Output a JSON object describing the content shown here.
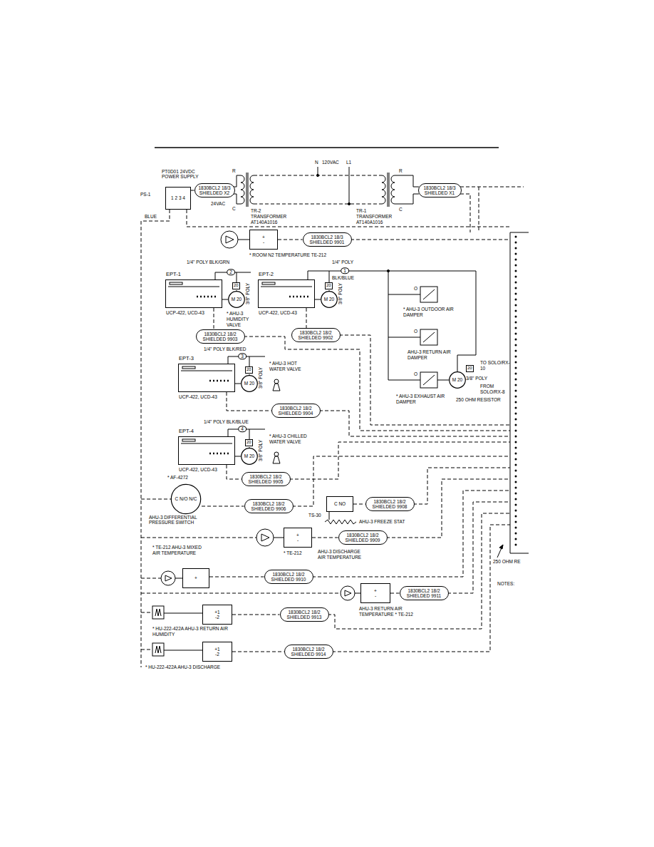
{
  "diagram": {
    "nodes": [
      {
        "text": [
          "PS-1",
          "PT0D01 24VDC POWER SUPPLY",
          "1 2 3 4"
        ]
      },
      {
        "text": [
          "1830BCL2 18/3 SHIELDED X2"
        ]
      },
      {
        "text": [
          "1830BCL2 18/3 SHIELDED X1"
        ]
      },
      {
        "text": [
          "+",
          "-"
        ]
      },
      {
        "text": [
          "1830BCL2 18/3 SHIELDED 9901"
        ]
      },
      {
        "text": [
          "EPT-1",
          "UCP-422, UCD-43"
        ]
      },
      {
        "text": [
          "EPT-2",
          "UCP-422, UCD-43"
        ]
      },
      {
        "text": [
          "M 20"
        ]
      },
      {
        "text": [
          "1830BCL2 18/2 SHIELDED 9903"
        ]
      },
      {
        "text": [
          "M 20"
        ]
      },
      {
        "text": [
          "1830BCL2 18/2 SHIELDED 9902"
        ]
      },
      {
        "text": [
          "M 20"
        ]
      },
      {
        "text": [
          "EPT-3",
          "UCP-422, UCD-43"
        ]
      },
      {
        "text": [
          "M 20"
        ]
      },
      {
        "text": [
          "1830BCL2 18/2 SHIELDED 9904"
        ]
      },
      {
        "text": [
          "EPT-4",
          "UCP-422, UCD-43"
        ]
      },
      {
        "text": [
          "M 20"
        ]
      },
      {
        "text": [
          "1830BCL2 18/2 SHIELDED 9905"
        ]
      },
      {
        "text": [
          "* AF-4272",
          "C N/O N/C",
          "AHU-3 DIFFERENTIAL PRESSURE SWITCH"
        ]
      },
      {
        "text": [
          "1830BCL2 18/2 SHIELDED 9906"
        ]
      },
      {
        "text": [
          "TS-30",
          "C NO"
        ]
      },
      {
        "text": [
          "1830BCL2 18/2 SHIELDED 9908"
        ]
      },
      {
        "text": [
          "+",
          "-"
        ]
      },
      {
        "text": [
          "1830BCL2 18/2 SHIELDED 9909"
        ]
      },
      {
        "text": [
          "+"
        ]
      },
      {
        "text": [
          "1830BCL2 18/2 SHIELDED 9910"
        ]
      },
      {
        "text": [
          "+",
          "-"
        ]
      },
      {
        "text": [
          "1830BCL2 18/2 SHIELDED 9911"
        ]
      },
      {
        "text": [
          "+1",
          "-2"
        ]
      },
      {
        "text": [
          "1830BCL2 18/2 SHIELDED 9913"
        ]
      },
      {
        "text": [
          "+1",
          "-2"
        ]
      },
      {
        "text": [
          "1830BCL2 18/2 SHIELDED 9914"
        ]
      }
    ],
    "edges": [
      {
        "from": 0,
        "to": 1,
        "arrow": "none"
      },
      {
        "from": 3,
        "to": 4,
        "arrow": "none"
      },
      {
        "from": 5,
        "to": 7,
        "arrow": "none"
      },
      {
        "from": 5,
        "to": 8,
        "arrow": "none"
      },
      {
        "from": 6,
        "to": 9,
        "arrow": "none"
      },
      {
        "from": 6,
        "to": 10,
        "arrow": "none"
      },
      {
        "from": 6,
        "to": 11,
        "label": "1",
        "arrow": "none"
      },
      {
        "from": 12,
        "to": 13,
        "arrow": "none"
      },
      {
        "from": 12,
        "to": 14,
        "arrow": "none"
      },
      {
        "from": 15,
        "to": 16,
        "arrow": "none"
      },
      {
        "from": 15,
        "to": 17,
        "arrow": "none"
      },
      {
        "from": 18,
        "to": 19,
        "arrow": "none"
      },
      {
        "from": 20,
        "to": 21,
        "arrow": "none"
      },
      {
        "from": 22,
        "to": 23,
        "arrow": "none"
      },
      {
        "from": 24,
        "to": 25,
        "arrow": "none"
      },
      {
        "from": 26,
        "to": 27,
        "arrow": "none"
      },
      {
        "from": 28,
        "to": 29,
        "arrow": "none"
      },
      {
        "from": 30,
        "to": 31,
        "arrow": "none"
      }
    ],
    "labels": [
      "BLUE",
      "24VAC",
      "R",
      "C",
      "TR-2 TRANSFORMER AT140A1016",
      "N",
      "120VAC",
      "L1",
      "R",
      "C",
      "TR-1 TRANSFORMER AT140A1016",
      "* ROOM N2 TEMPERATURE TE-212",
      "1/4\" POLY BLK/GRN",
      "2",
      "3/8\" POLY",
      "20",
      "* AHU-3 HUMIDITY VALVE",
      "1/4\" POLY",
      "BLK/BLUE",
      "3/8\" POLY",
      "20",
      "O",
      "* AHU-3 OUTDOOR AIR DAMPER",
      "O",
      "AHU-3 RETURN AIR DAMPER",
      "O",
      "* AHU-3 EXHAUST AIR DAMPER",
      "20",
      "3/8\" POLY",
      "TO SOLO/RX-10",
      "FROM SOLO/RX-8",
      "250 OHM RESISTOR",
      "1/4\" POLY BLK/RED",
      "3",
      "3/8\" POLY",
      "20",
      "* AHU-3 HOT WATER VALVE",
      "1/4\" POLY BLK/BLUE",
      "4",
      "3/8\" POLY",
      "20",
      "* AHU-3 CHILLED WATER VALVE",
      "AHU-3 FREEZE STAT",
      "* TE-212",
      "AHU-3 DISCHARGE AIR TEMPERATURE",
      "* TE-212 AHU-3 MIXED AIR TEMPERATURE",
      "AHU-3 RETURN AIR TEMPERATURE * TE-212",
      "* HU-222-422A AHU-3 RETURN AIR HUMIDITY",
      "* HU-222-422A AHU-3 DISCHARGE",
      "250 OHM RE",
      "NOTES:"
    ]
  }
}
